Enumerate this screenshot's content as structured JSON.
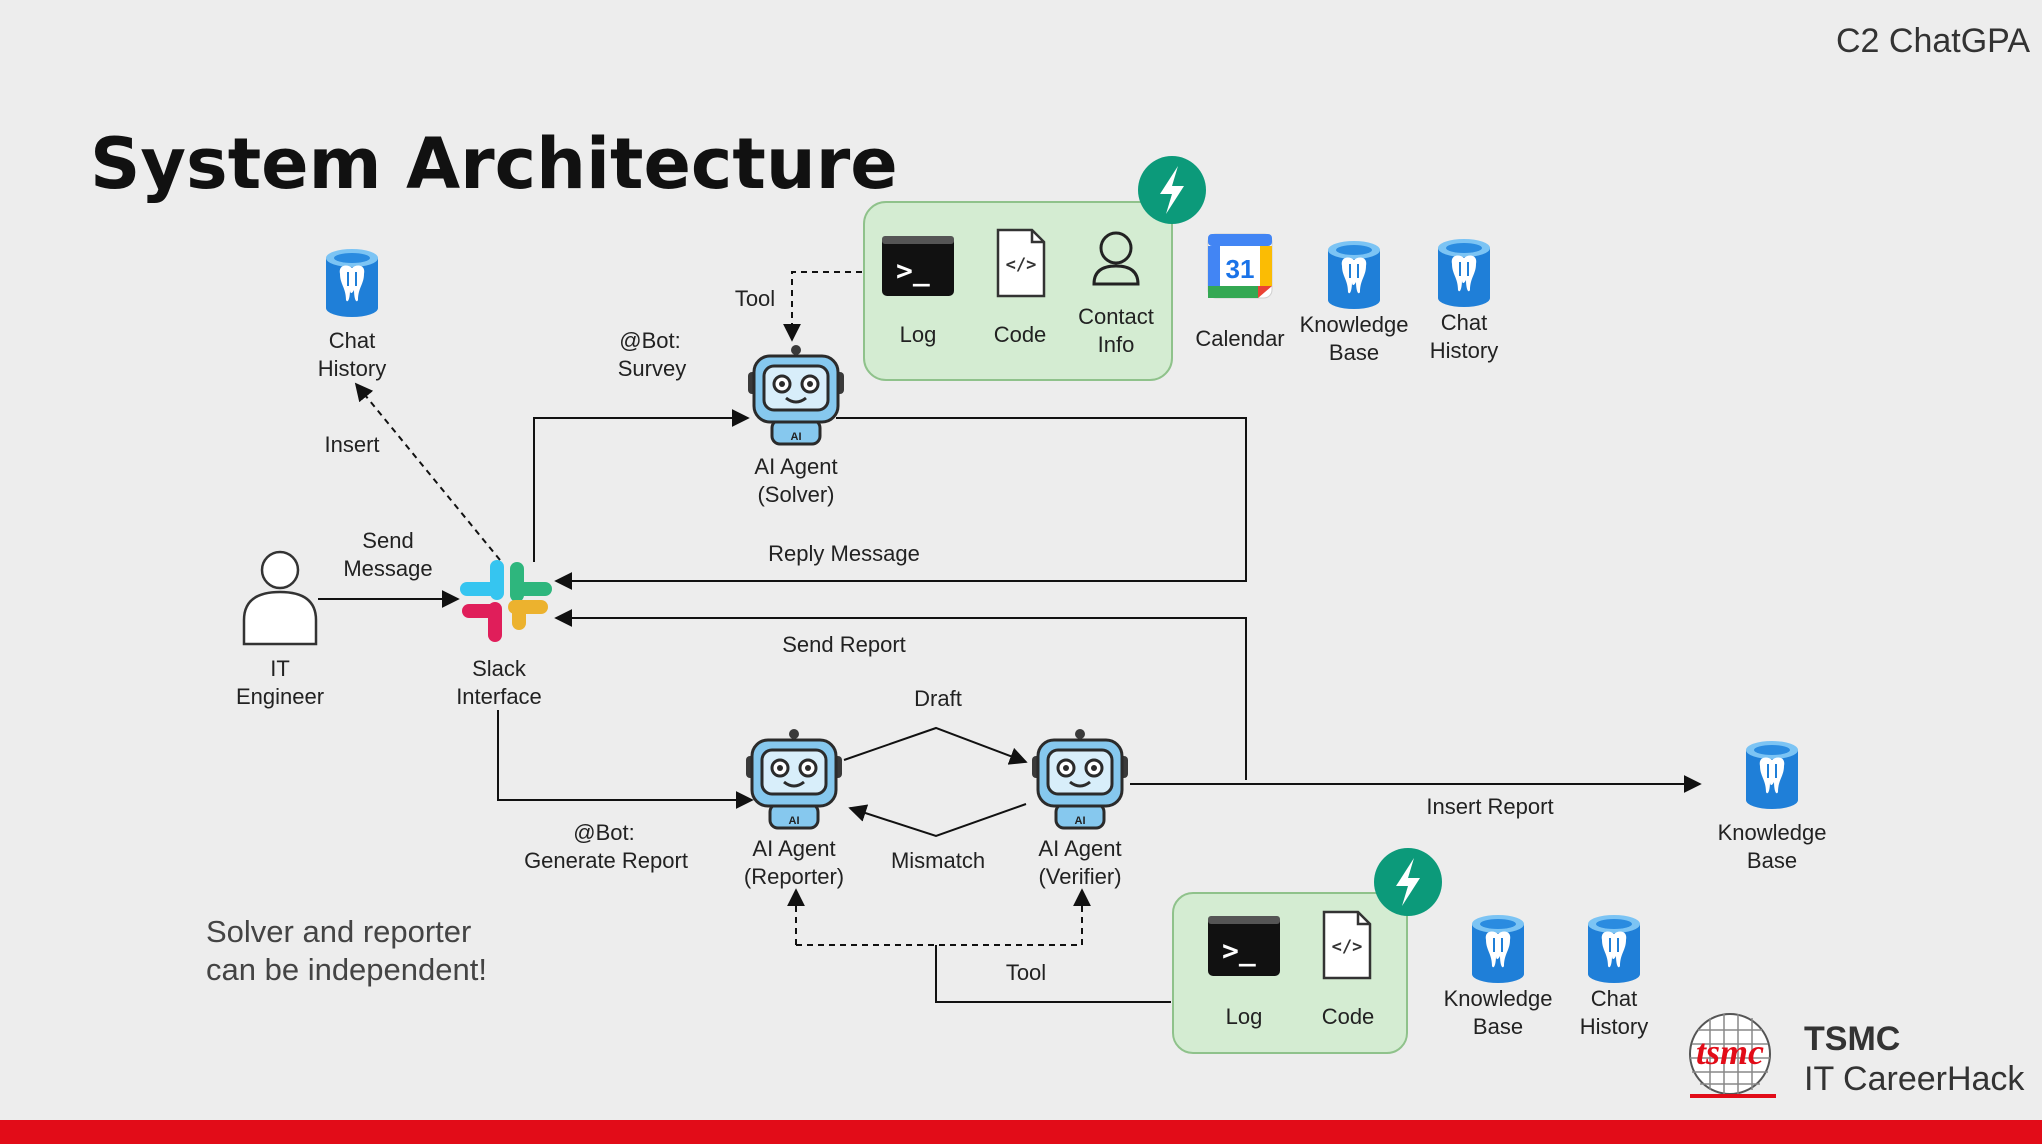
{
  "header": {
    "course": "C2 ChatGPA",
    "title": "System Architecture"
  },
  "nodes": {
    "chat_history_top": [
      "Chat",
      "History"
    ],
    "it_engineer": [
      "IT",
      "Engineer"
    ],
    "slack": [
      "Slack",
      "Interface"
    ],
    "solver": [
      "AI Agent",
      "(Solver)"
    ],
    "reporter": [
      "AI Agent",
      "(Reporter)"
    ],
    "verifier": [
      "AI Agent",
      "(Verifier)"
    ],
    "kb_right": [
      "Knowledge",
      "Base"
    ]
  },
  "edges": {
    "insert": "Insert",
    "send_message": [
      "Send",
      "Message"
    ],
    "bot_survey": [
      "@Bot:",
      "Survey"
    ],
    "tool_top": "Tool",
    "reply_message": "Reply Message",
    "send_report": "Send Report",
    "draft": "Draft",
    "mismatch": "Mismatch",
    "bot_generate": [
      "@Bot:",
      "Generate Report"
    ],
    "insert_report": "Insert Report",
    "tool_bottom": "Tool"
  },
  "tools_top": {
    "log": "Log",
    "code": "Code",
    "contact": [
      "Contact",
      "Info"
    ]
  },
  "resources_top": {
    "calendar": "Calendar",
    "calendar_day": "31",
    "kb": [
      "Knowledge",
      "Base"
    ],
    "chat": [
      "Chat",
      "History"
    ]
  },
  "tools_bottom": {
    "log": "Log",
    "code": "Code"
  },
  "resources_bottom": {
    "kb": [
      "Knowledge",
      "Base"
    ],
    "chat": [
      "Chat",
      "History"
    ]
  },
  "note": [
    "Solver and reporter",
    "can be independent!"
  ],
  "footer": {
    "logo": "tsmc",
    "brand": "TSMC",
    "sub": "IT CareerHack"
  },
  "colors": {
    "accent_red": "#e20c18",
    "tool_box_fill": "#d4ecd2",
    "tool_box_stroke": "#8fc28b",
    "bolt_green": "#0c9a7a",
    "db_blue": "#1f7fd8"
  }
}
